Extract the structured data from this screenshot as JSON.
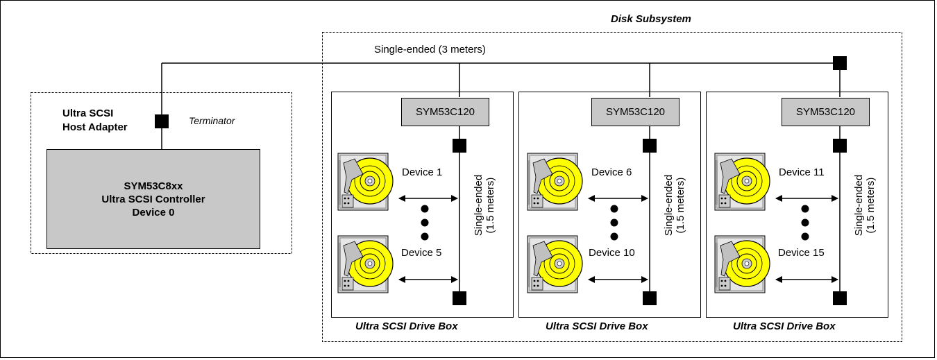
{
  "subsystem": {
    "title": "Disk Subsystem",
    "bus_label": "Single-ended (3 meters)"
  },
  "host": {
    "title_line1": "Ultra SCSI",
    "title_line2": "Host Adapter",
    "terminator_label": "Terminator",
    "controller": {
      "line1": "SYM53C8xx",
      "line2": "Ultra SCSI Controller",
      "line3": "Device 0"
    }
  },
  "boxes": [
    {
      "chip": "SYM53C120",
      "device_top": "Device 1",
      "device_bottom": "Device 5",
      "bus_line1": "Single-ended",
      "bus_line2": "(1.5 meters)",
      "caption": "Ultra SCSI Drive Box"
    },
    {
      "chip": "SYM53C120",
      "device_top": "Device 6",
      "device_bottom": "Device 10",
      "bus_line1": "Single-ended",
      "bus_line2": "(1.5 meters)",
      "caption": "Ultra SCSI Drive Box"
    },
    {
      "chip": "SYM53C120",
      "device_top": "Device 11",
      "device_bottom": "Device 15",
      "bus_line1": "Single-ended",
      "bus_line2": "(1.5 meters)",
      "caption": "Ultra SCSI Drive Box"
    }
  ],
  "colors": {
    "chip_fill": "#c8c8c8",
    "platter": "#ffff00",
    "drive_body": "#d0d0d0"
  }
}
